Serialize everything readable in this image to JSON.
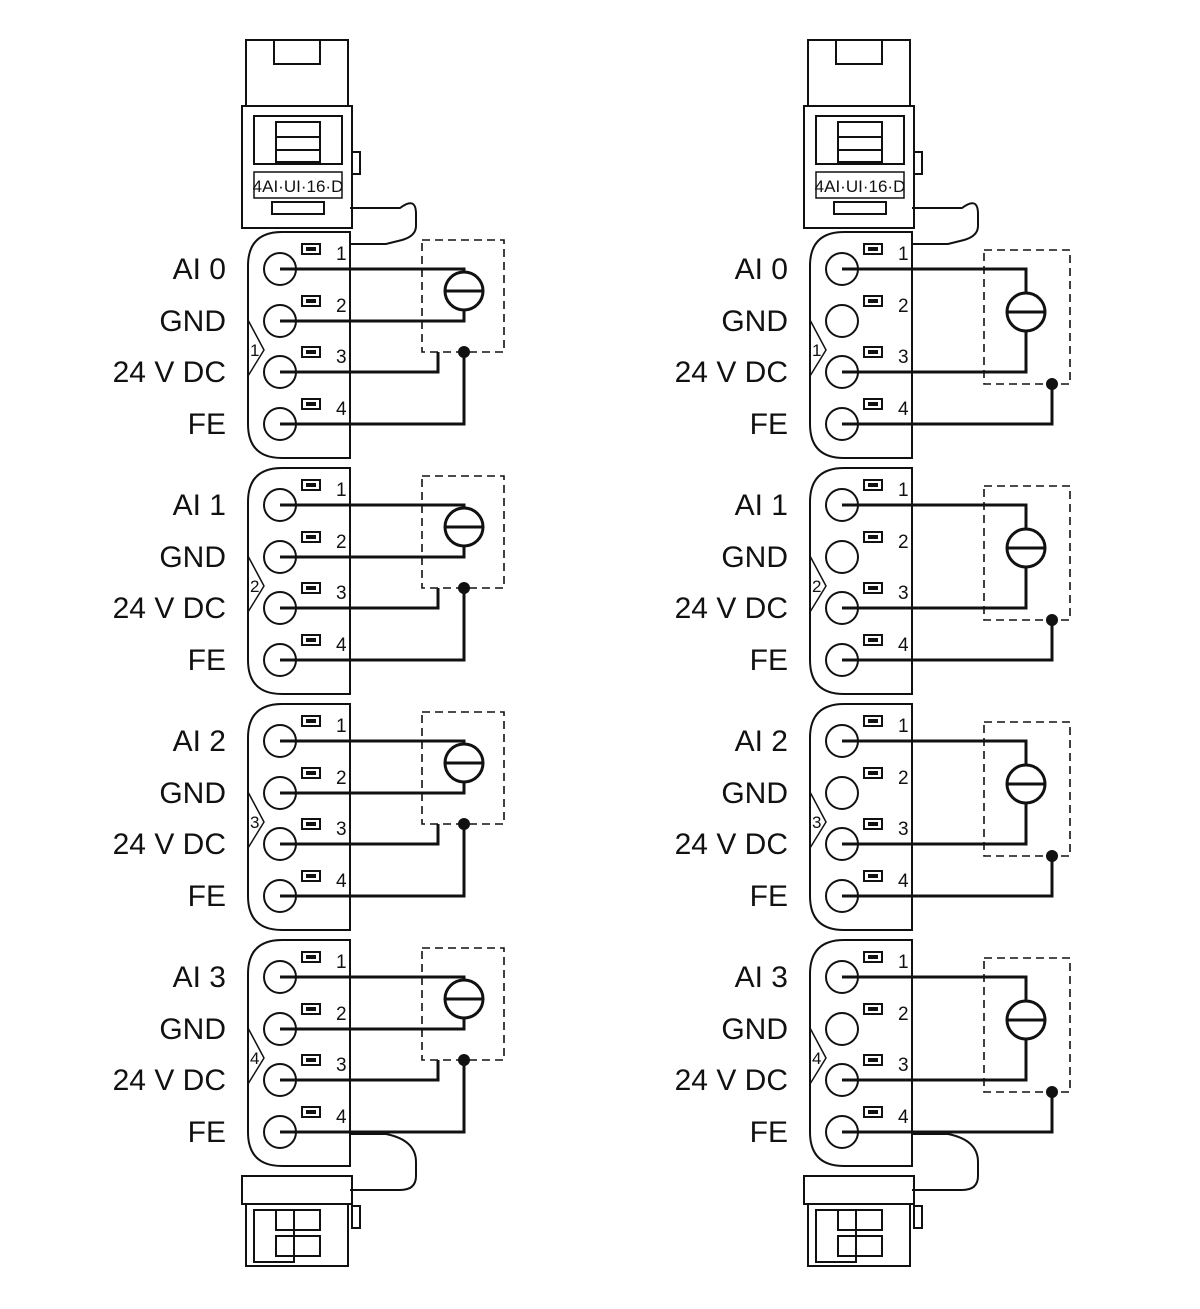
{
  "modules": [
    {
      "name": "module-left",
      "label": "4AI·UI·16·D",
      "wiring": "3-wire",
      "groups": [
        {
          "number": "1",
          "signals": [
            "AI 0",
            "GND",
            "24 V DC",
            "FE"
          ]
        },
        {
          "number": "2",
          "signals": [
            "AI 1",
            "GND",
            "24 V DC",
            "FE"
          ]
        },
        {
          "number": "3",
          "signals": [
            "AI 2",
            "GND",
            "24 V DC",
            "FE"
          ]
        },
        {
          "number": "4",
          "signals": [
            "AI 3",
            "GND",
            "24 V DC",
            "FE"
          ]
        }
      ]
    },
    {
      "name": "module-right",
      "label": "4AI·UI·16·D",
      "wiring": "2-wire",
      "groups": [
        {
          "number": "1",
          "signals": [
            "AI 0",
            "GND",
            "24 V DC",
            "FE"
          ]
        },
        {
          "number": "2",
          "signals": [
            "AI 1",
            "GND",
            "24 V DC",
            "FE"
          ]
        },
        {
          "number": "3",
          "signals": [
            "AI 2",
            "GND",
            "24 V DC",
            "FE"
          ]
        },
        {
          "number": "4",
          "signals": [
            "AI 3",
            "GND",
            "24 V DC",
            "FE"
          ]
        }
      ]
    }
  ],
  "pin_numbers": [
    "1",
    "2",
    "3",
    "4"
  ]
}
